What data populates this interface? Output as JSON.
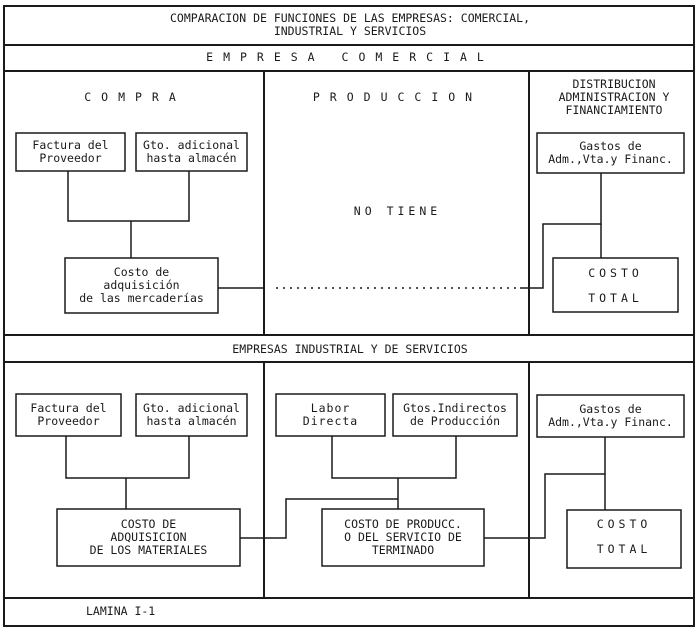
{
  "title_line1": "COMPARACION  DE  FUNCIONES  DE  LAS  EMPRESAS:  COMERCIAL,",
  "title_line2": "INDUSTRIAL    Y    SERVICIOS",
  "comercial": {
    "header": "EMPRESA   COMERCIAL",
    "col_compra": "COMPRA",
    "col_produccion": "PRODUCCION",
    "col_distribucion": "DISTRIBUCION\nADMINISTRACION  Y\nFINANCIAMIENTO",
    "factura": "Factura del\nProveedor",
    "gto_adicional": "Gto. adicional\nhasta almacén",
    "costo_adquisicion": "Costo  de\nadquisición\nde las mercaderías",
    "no_tiene": "NO   TIENE",
    "gastos": "Gastos  de\nAdm.,Vta.y Financ.",
    "costo_total_1": "COSTO",
    "costo_total_2": "TOTAL"
  },
  "industrial": {
    "header": "EMPRESAS   INDUSTRIAL   Y   DE   SERVICIOS",
    "factura": "Factura del\nProveedor",
    "gto_adicional": "Gto. adicional\nhasta almacén",
    "costo_adquisicion": "COSTO DE\nADQUISICION\nDE LOS MATERIALES",
    "labor": "Labor\nDirecta",
    "gtos_indirectos": "Gtos.Indirectos\nde Producción",
    "costo_produccion": "COSTO DE PRODUCC.\nO DEL SERVICIO DE\nTERMINADO",
    "gastos": "Gastos  de\nAdm.,Vta.y Financ.",
    "costo_total_1": "COSTO",
    "costo_total_2": "TOTAL"
  },
  "footer": "LAMINA  I-1"
}
